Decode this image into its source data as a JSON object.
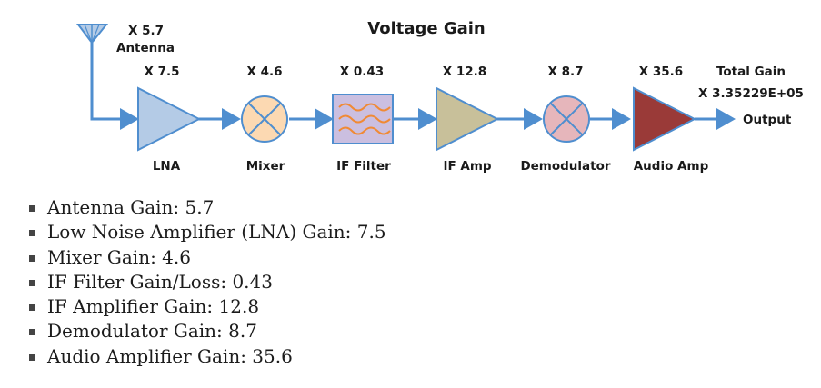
{
  "diagram": {
    "title": "Voltage Gain",
    "antenna": {
      "gain_label": "X 5.7",
      "name": "Antenna"
    },
    "stages": [
      {
        "id": "lna",
        "name": "LNA",
        "gain_label": "X 7.5",
        "shape": "triangle",
        "color": "#b4cbe6"
      },
      {
        "id": "mixer",
        "name": "Mixer",
        "gain_label": "X 4.6",
        "shape": "mixer",
        "color": "#fcd9b2"
      },
      {
        "id": "if-filter",
        "name": "IF Filter",
        "gain_label": "X 0.43",
        "shape": "filter",
        "color": "#cbbfe0"
      },
      {
        "id": "if-amp",
        "name": "IF Amp",
        "gain_label": "X 12.8",
        "shape": "triangle",
        "color": "#c8c09a"
      },
      {
        "id": "demodulator",
        "name": "Demodulator",
        "gain_label": "X 8.7",
        "shape": "mixer",
        "color": "#e6b6bb"
      },
      {
        "id": "audio-amp",
        "name": "Audio Amp",
        "gain_label": "X 35.6",
        "shape": "triangle",
        "color": "#9a3a38"
      }
    ],
    "total": {
      "label": "Total Gain",
      "value": "X 3.35229E+05"
    },
    "output_label": "Output",
    "colors": {
      "wire": "#4f8ecf",
      "outline": "#4f8ecf",
      "filter_wave": "#f08a35"
    }
  },
  "gain_list": [
    "Antenna Gain: 5.7",
    "Low Noise Amplifier (LNA) Gain: 7.5",
    "Mixer Gain: 4.6",
    "IF Filter Gain/Loss: 0.43",
    "IF Amplifier Gain: 12.8",
    "Demodulator Gain: 8.7",
    "Audio Amplifier Gain: 35.6"
  ]
}
